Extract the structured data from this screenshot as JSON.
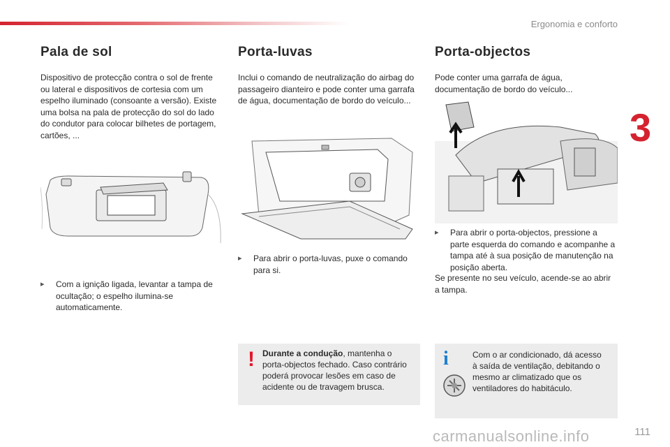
{
  "header": {
    "running_head": "Ergonomia e conforto",
    "chapter_number": "3",
    "page_number": "111"
  },
  "col1": {
    "title": "Pala de sol",
    "intro": "Dispositivo de protecção contra o sol de frente ou lateral e dispositivos de cortesia com um espelho iluminado (consoante a versão). Existe uma bolsa na pala de protecção do sol do lado do condutor para colocar bilhetes de portagem, cartões, ...",
    "bullet": "Com a ignição ligada, levantar a tampa de ocultação; o espelho ilumina-se automaticamente."
  },
  "col2": {
    "title": "Porta-luvas",
    "intro": "Inclui o comando de neutralização do airbag do passageiro dianteiro e pode conter uma garrafa de água, documentação de bordo do veículo...",
    "bullet": "Para abrir o porta-luvas, puxe o comando para si.",
    "warning_bold": "Durante a condução",
    "warning_text": ", mantenha o porta-objectos fechado. Caso contrário poderá provocar lesões em caso de acidente ou de travagem brusca."
  },
  "col3": {
    "title": "Porta-objectos",
    "intro": "Pode conter uma garrafa de água, documentação de bordo do veículo...",
    "bullet": "Para abrir o porta-objectos, pressione a parte esquerda do comando e acompanhe a tampa até à sua posição de manutenção na posição aberta.",
    "after": "Se presente no seu veículo, acende-se ao abrir a tampa.",
    "info_text": "Com o ar condicionado, dá acesso à saída de ventilação, debitando o mesmo ar climatizado que os ventiladores do habitáculo."
  },
  "bullet_glyph": "",
  "watermark": "carmanualsonline.info",
  "colors": {
    "accent_red": "#d4232f",
    "warning_red": "#e4152a",
    "info_blue": "#1e7fd0",
    "box_grey": "#ececec"
  }
}
